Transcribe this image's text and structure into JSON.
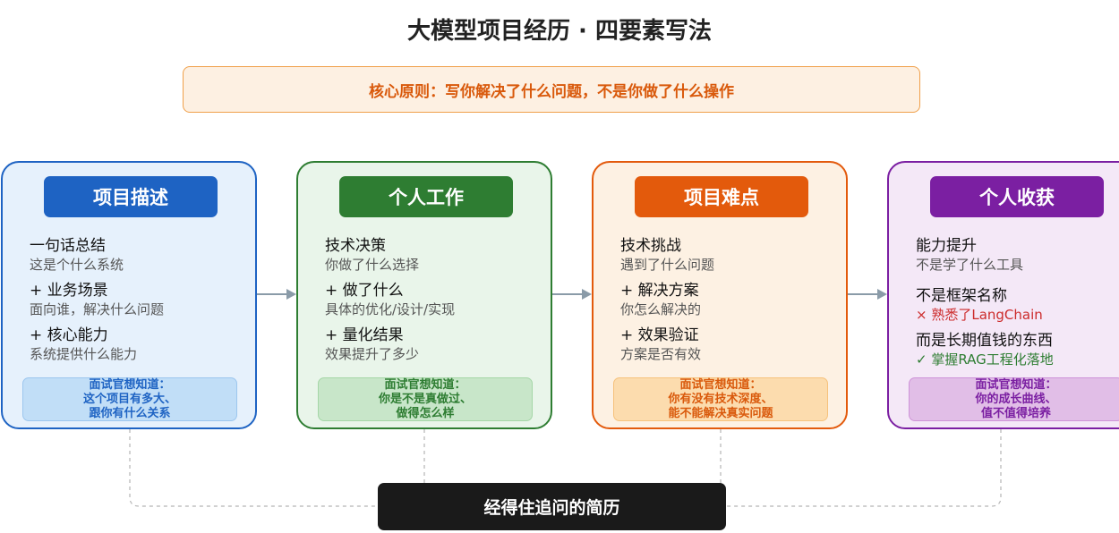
{
  "title": "大模型项目经历 · 四要素写法",
  "principle": "核心原则：写你解决了什么问题，不是你做了什么操作",
  "colors": {
    "blue": "#1e63c3",
    "green": "#2e7d32",
    "orange": "#e35a0c",
    "purple": "#7b1fa2"
  },
  "cards": [
    {
      "header": "项目描述",
      "items": [
        {
          "title": "一句话总结",
          "desc": "这是个什么系统"
        },
        {
          "title": "+ 业务场景",
          "desc": "面向谁，解决什么问题"
        },
        {
          "title": "+ 核心能力",
          "desc": "系统提供什么能力"
        }
      ],
      "note": {
        "label": "面试官想知道：",
        "line1": "这个项目有多大、",
        "line2": "跟你有什么关系"
      }
    },
    {
      "header": "个人工作",
      "items": [
        {
          "title": "技术决策",
          "desc": "你做了什么选择"
        },
        {
          "title": "+ 做了什么",
          "desc": "具体的优化/设计/实现"
        },
        {
          "title": "+ 量化结果",
          "desc": "效果提升了多少"
        }
      ],
      "note": {
        "label": "面试官想知道：",
        "line1": "你是不是真做过、",
        "line2": "做得怎么样"
      }
    },
    {
      "header": "项目难点",
      "items": [
        {
          "title": "技术挑战",
          "desc": "遇到了什么问题"
        },
        {
          "title": "+ 解决方案",
          "desc": "你怎么解决的"
        },
        {
          "title": "+ 效果验证",
          "desc": "方案是否有效"
        }
      ],
      "note": {
        "label": "面试官想知道：",
        "line1": "你有没有技术深度、",
        "line2": "能不能解决真实问题"
      }
    },
    {
      "header": "个人收获",
      "items": [
        {
          "title": "能力提升",
          "desc": "不是学了什么工具"
        },
        {
          "title": "不是框架名称",
          "desc": "× 熟悉了LangChain"
        },
        {
          "title": "而是长期值钱的东西",
          "desc": "✓ 掌握RAG工程化落地"
        }
      ],
      "note": {
        "label": "面试官想知道：",
        "line1": "你的成长曲线、",
        "line2": "值不值得培养"
      }
    }
  ],
  "bottom": "经得住追问的简历"
}
